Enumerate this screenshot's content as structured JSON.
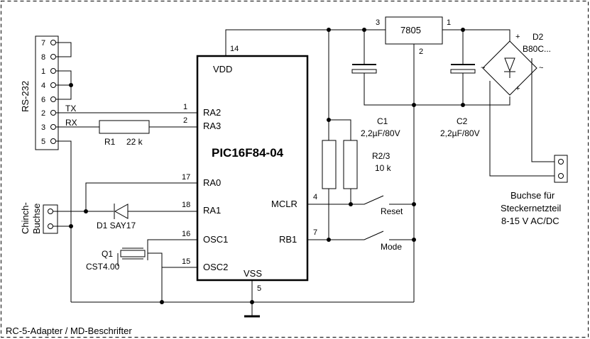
{
  "caption": "RC-5-Adapter / MD-Beschrifter",
  "mcu": {
    "name": "PIC16F84-04",
    "pins": {
      "vdd": {
        "label": "VDD",
        "number": "14"
      },
      "vss": {
        "label": "VSS",
        "number": "5"
      },
      "ra2": {
        "label": "RA2",
        "number": "1"
      },
      "ra3": {
        "label": "RA3",
        "number": "2"
      },
      "ra0": {
        "label": "RA0",
        "number": "17"
      },
      "ra1": {
        "label": "RA1",
        "number": "18"
      },
      "osc1": {
        "label": "OSC1",
        "number": "16"
      },
      "osc2": {
        "label": "OSC2",
        "number": "15"
      },
      "mclr": {
        "label": "MCLR",
        "number": "4"
      },
      "rb1": {
        "label": "RB1",
        "number": "7"
      }
    }
  },
  "rs232": {
    "label": "RS-232",
    "pins": [
      "7",
      "8",
      "1",
      "4",
      "6",
      "2",
      "3",
      "5"
    ],
    "tx": "TX",
    "rx": "RX"
  },
  "r1": {
    "ref": "R1",
    "value": "22 k"
  },
  "r23": {
    "ref": "R2/3",
    "value": "10 k"
  },
  "d1": {
    "label": "D1 SAY17"
  },
  "q1": {
    "ref": "Q1",
    "value": "CST4.00"
  },
  "chinch": {
    "line1": "Chinch-",
    "line2": "Buchse"
  },
  "regulator": {
    "name": "7805",
    "pin_in": "3",
    "pin_out": "1",
    "pin_gnd": "2"
  },
  "c1": {
    "ref": "C1",
    "value": "2,2µF/80V"
  },
  "c2": {
    "ref": "C2",
    "value": "2,2µF/80V"
  },
  "d2": {
    "ref": "D2",
    "value": "B80C...",
    "plus": "+",
    "ac": "~"
  },
  "switches": {
    "reset": "Reset",
    "mode": "Mode"
  },
  "power_jack": {
    "line1": "Buchse für",
    "line2": "Steckernetzteil",
    "line3": "8-15 V AC/DC"
  }
}
